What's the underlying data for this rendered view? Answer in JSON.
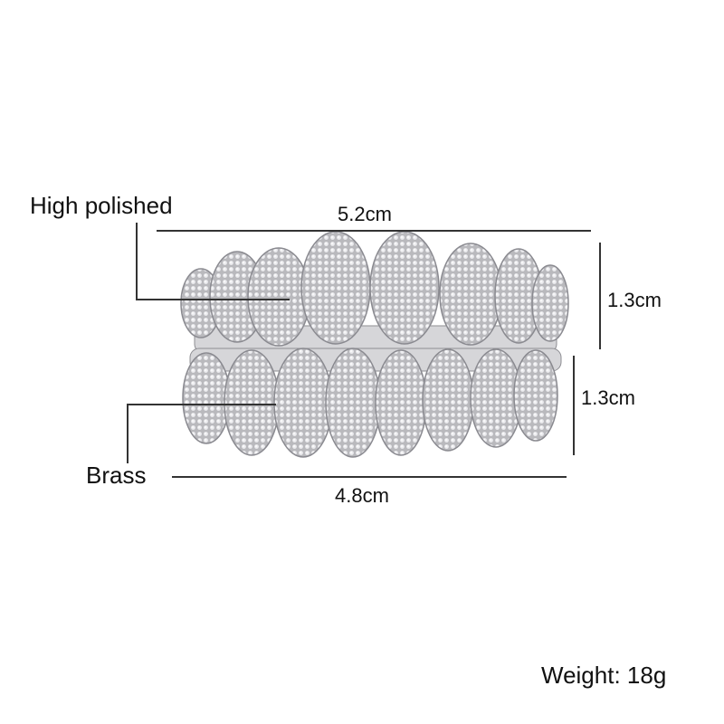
{
  "labels": {
    "finish": "High polished",
    "material": "Brass",
    "top_width": "5.2cm",
    "bottom_width": "4.8cm",
    "top_height": "1.3cm",
    "bottom_height": "1.3cm",
    "weight": "Weight: 18g"
  },
  "product": {
    "name": "iced-out grill set",
    "color": "#c9c9cc",
    "upper_teeth": 8,
    "lower_teeth": 8
  }
}
